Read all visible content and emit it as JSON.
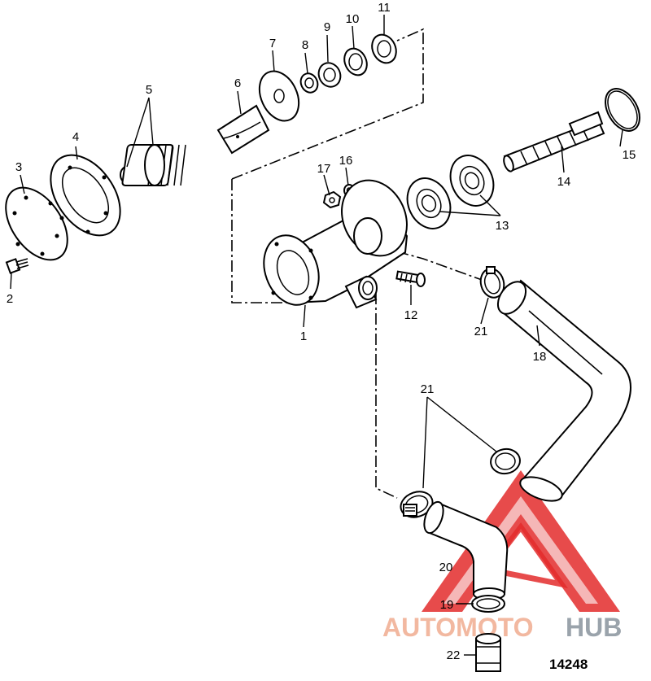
{
  "diagram": {
    "figure_number": "14248",
    "watermark": {
      "part1": "AUTOMOTO",
      "part2": "HUB",
      "color1": "#f2b8a0",
      "color2": "#9aa3ab",
      "triangle_color": "#e32b2b"
    },
    "callouts": {
      "c1": "1",
      "c2": "2",
      "c3": "3",
      "c4": "4",
      "c5": "5",
      "c6": "6",
      "c7": "7",
      "c8": "8",
      "c9": "9",
      "c10": "10",
      "c11": "11",
      "c12": "12",
      "c13": "13",
      "c14": "14",
      "c15": "15",
      "c16": "16",
      "c17": "17",
      "c18": "18",
      "c19": "19",
      "c20": "20",
      "c21a": "21",
      "c21b": "21",
      "c22": "22"
    }
  }
}
